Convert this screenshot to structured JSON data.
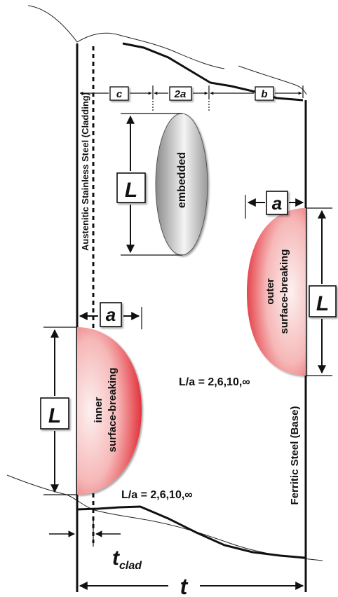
{
  "labels": {
    "dim_c": "c",
    "dim_2a": "2a",
    "dim_b": "b",
    "dim_a_left": "a",
    "dim_a_right": "a",
    "dim_L_embedded": "L",
    "dim_L_outer": "L",
    "dim_L_inner": "L",
    "embedded": "embedded",
    "outer_line1": "outer",
    "outer_line2": "surface-breaking",
    "inner_line1": "inner",
    "inner_line2": "surface-breaking",
    "ratio_outer": "L/a = 2,6,10,∞",
    "ratio_inner": "L/a = 2,6,10,∞",
    "cladding": "Austenitic Stainless Steel (Cladding)",
    "base": "Ferritic Steel (Base)",
    "t_clad_main": "t",
    "t_clad_sub": "clad",
    "t_total": "t"
  },
  "colors": {
    "crack_red": "#e0202a",
    "crack_light": "#fbe4e4",
    "embedded_dark": "#8a8a8a",
    "embedded_light": "#f2f2f2",
    "line": "#111111"
  }
}
